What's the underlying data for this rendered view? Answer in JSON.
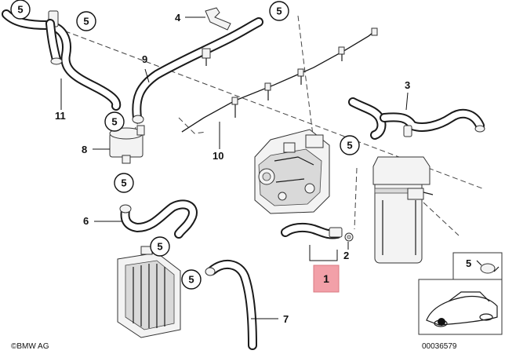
{
  "diagram": {
    "part_numbers": [
      "1",
      "2",
      "3",
      "4",
      "6",
      "7",
      "8",
      "9",
      "10",
      "11"
    ],
    "clip_callout": "5",
    "inset_label": "5",
    "brand": "©BMW AG",
    "drawing_number": "00036579"
  }
}
